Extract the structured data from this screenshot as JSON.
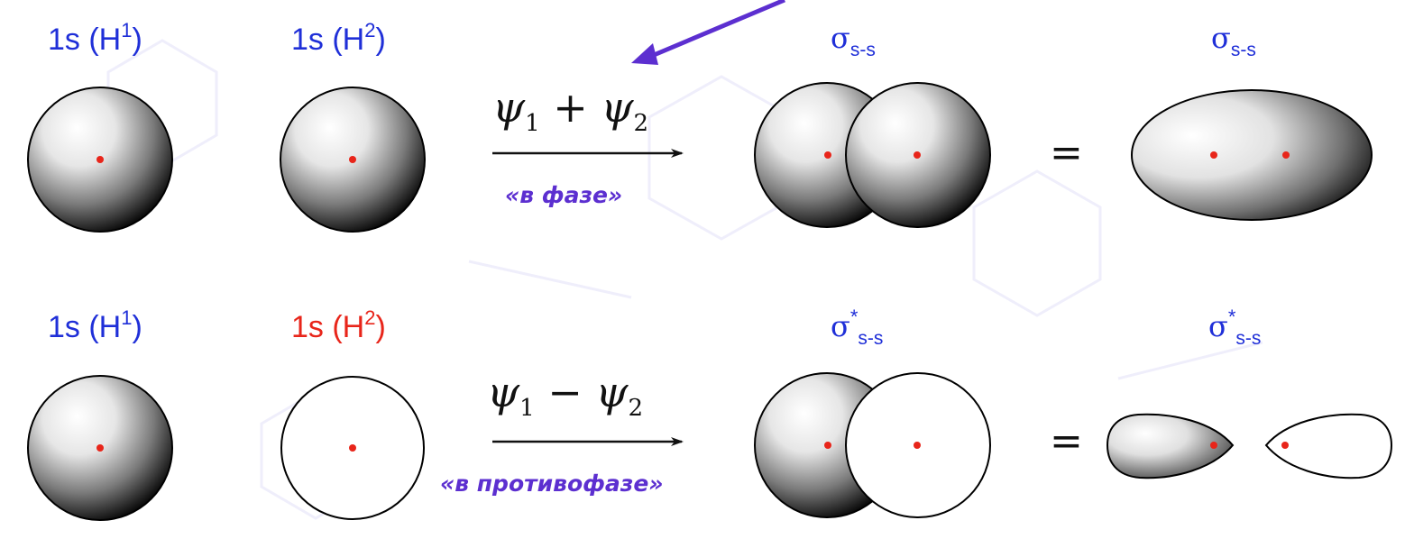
{
  "row1": {
    "left_label": {
      "prefix": "1s (H",
      "sup": "1",
      "suffix": ")",
      "color": "#1f2fd8"
    },
    "mid_label": {
      "prefix": "1s (H",
      "sup": "2",
      "suffix": ")",
      "color": "#1f2fd8"
    },
    "equation": {
      "psi_a": "ψ",
      "sub_a": "1",
      "op": " + ",
      "psi_b": "ψ",
      "sub_b": "2"
    },
    "phase_label": "«в фазе»",
    "result_label": {
      "sigma": "σ",
      "star": "",
      "sub": "s-s"
    },
    "equals": "=",
    "final_label": {
      "sigma": "σ",
      "star": "",
      "sub": "s-s"
    }
  },
  "row2": {
    "left_label": {
      "prefix": "1s (H",
      "sup": "1",
      "suffix": ")",
      "color": "#1f2fd8"
    },
    "mid_label": {
      "prefix": "1s (H",
      "sup": "2",
      "suffix": ")",
      "color": "#e8251a"
    },
    "equation": {
      "psi_a": "ψ",
      "sub_a": "1",
      "op": " − ",
      "psi_b": "ψ",
      "sub_b": "2"
    },
    "phase_label": "«в противофазе»",
    "result_label": {
      "sigma": "σ",
      "star": "*",
      "sub": "s-s"
    },
    "equals": "=",
    "final_label": {
      "sigma": "σ",
      "star": "*",
      "sub": "s-s"
    }
  },
  "colors": {
    "label_blue": "#1f2fd8",
    "label_red": "#e8251a",
    "accent_purple": "#5c2fd0",
    "nucleus_red": "#e8251a",
    "watermark": "#efeefb"
  }
}
